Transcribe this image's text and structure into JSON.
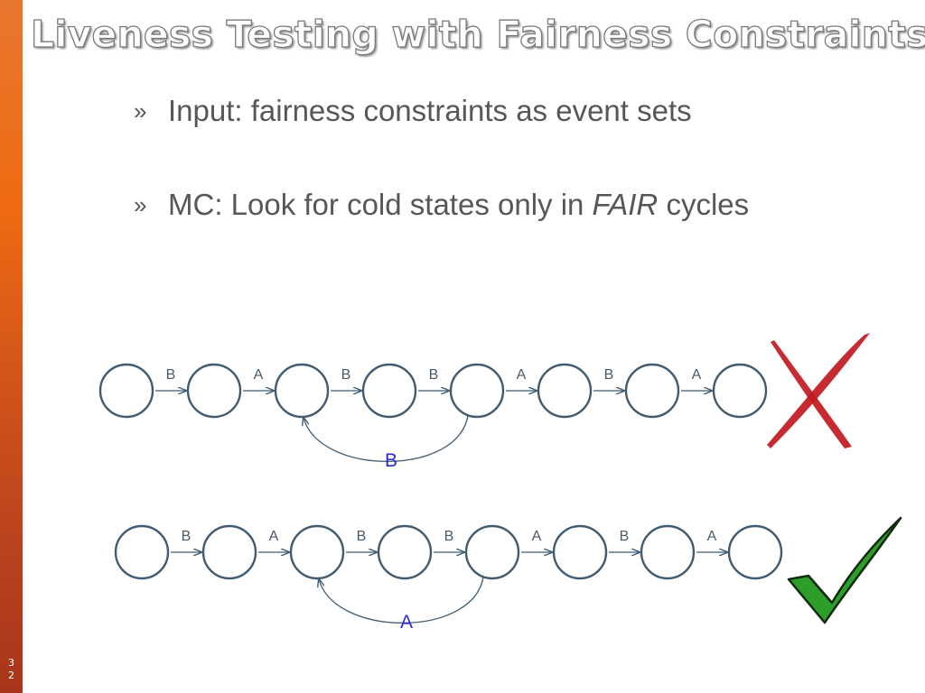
{
  "slide": {
    "number": "32",
    "title": "Liveness Testing with Fairness Constraints",
    "bullets": [
      {
        "marker": "»",
        "text": "Input: fairness constraints as event sets"
      },
      {
        "marker": "»",
        "before": "MC: Look for cold states only in ",
        "emphasis": "FAIR",
        "after": " cycles"
      }
    ]
  },
  "diagrams": [
    {
      "name": "unfair-cycle-example",
      "edge_labels": [
        "B",
        "A",
        "B",
        "B",
        "A",
        "B",
        "A"
      ],
      "back_edge": {
        "from_state": 5,
        "to_state": 3,
        "label": "B"
      },
      "verdict": "cross",
      "verdict_color": "#c0191f"
    },
    {
      "name": "fair-cycle-example",
      "edge_labels": [
        "B",
        "A",
        "B",
        "B",
        "A",
        "B",
        "A"
      ],
      "back_edge": {
        "from_state": 5,
        "to_state": 3,
        "label": "A"
      },
      "verdict": "check",
      "verdict_color": "#2e9e2a"
    }
  ],
  "colors": {
    "state_stroke": "#415c70",
    "edge_stroke": "#415c70",
    "back_edge_label": "#2b2bd6",
    "sidebar": "#ef6a12",
    "bullet_text": "#575757"
  }
}
